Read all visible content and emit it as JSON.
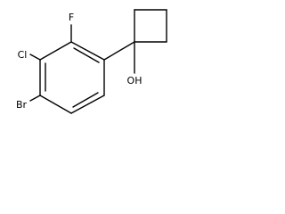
{
  "molecule": {
    "atoms": {
      "fluorine": "F",
      "chlorine": "Cl",
      "bromine": "Br",
      "hydroxyl": "OH"
    }
  }
}
